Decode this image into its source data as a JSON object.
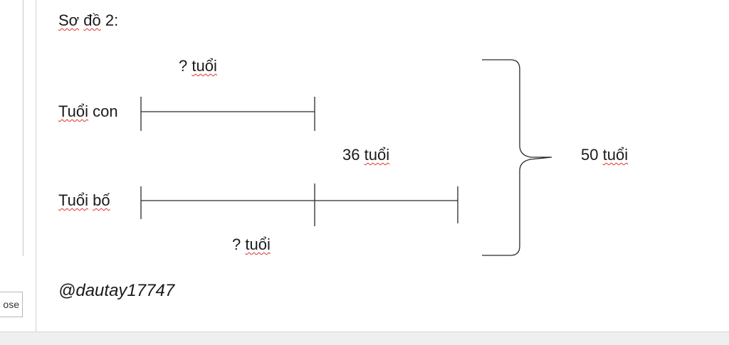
{
  "window": {
    "close_label": "ose"
  },
  "diagram": {
    "title_word1": "Sơ",
    "title_word2": "đồ",
    "title_rest": " 2:",
    "top_question_mark": "?",
    "top_unit": "tuổi",
    "child_label_word1": "Tuổi",
    "child_label_word2": " con",
    "father_label_word1": "Tuổi",
    "father_label_word2": "bố",
    "difference_number": "36",
    "difference_unit": "tuổi",
    "bottom_question_mark": "?",
    "bottom_unit": "tuổi",
    "total_number": "50",
    "total_unit": "tuổi",
    "watermark": "@dautay17747"
  },
  "colors": {
    "line": "#2a2a2a",
    "spell_underline": "#e03030"
  }
}
